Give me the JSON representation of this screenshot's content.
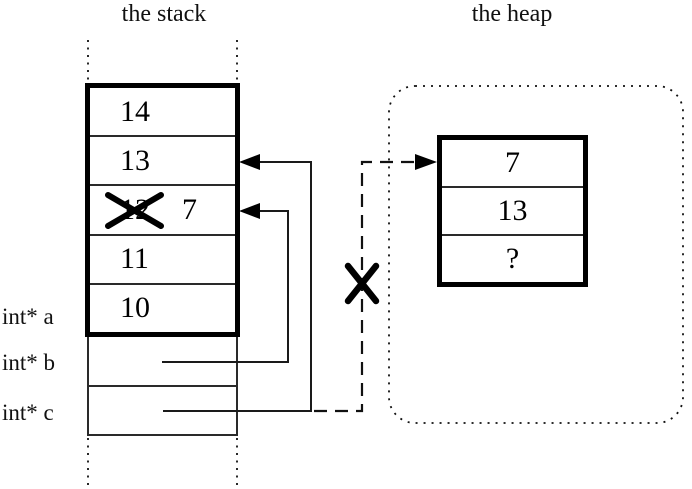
{
  "diagram": {
    "stack_title": "the stack",
    "heap_title": "the heap",
    "stack_frame": {
      "cells": [
        {
          "value": "14",
          "crossed": false,
          "new_value": ""
        },
        {
          "value": "13",
          "crossed": false,
          "new_value": ""
        },
        {
          "value": "12",
          "crossed": true,
          "new_value": "7"
        },
        {
          "value": "11",
          "crossed": false,
          "new_value": ""
        },
        {
          "value": "10",
          "crossed": false,
          "new_value": ""
        }
      ]
    },
    "pointer_vars": [
      {
        "label": "int* a"
      },
      {
        "label": "int* b"
      },
      {
        "label": "int* c"
      }
    ],
    "heap_block": {
      "cells": [
        "7",
        "13",
        "?"
      ]
    },
    "colors": {
      "ink": "#000000",
      "background": "#ffffff"
    }
  }
}
